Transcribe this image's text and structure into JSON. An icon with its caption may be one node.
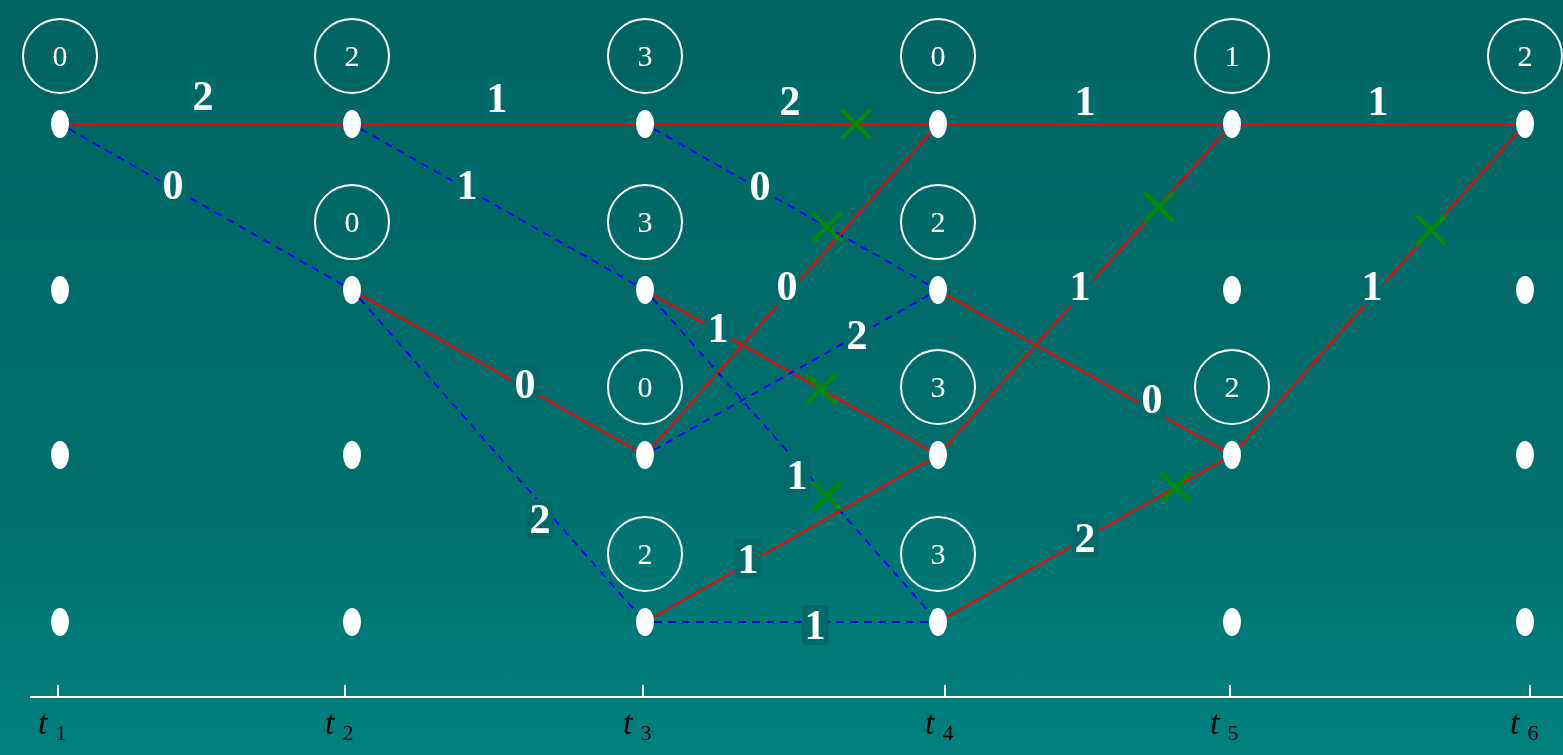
{
  "diagram": {
    "nodes": [
      {
        "text": [
          "0"
        ]
      },
      {
        "text": [],
        "shape": "circle"
      },
      {
        "text": [],
        "shape": "circle"
      },
      {
        "text": [],
        "shape": "circle"
      },
      {
        "text": [],
        "shape": "circle"
      },
      {
        "text": [
          "2"
        ]
      },
      {
        "text": [],
        "shape": "circle"
      },
      {
        "text": [
          "0"
        ]
      },
      {
        "text": [],
        "shape": "circle"
      },
      {
        "text": [],
        "shape": "circle"
      },
      {
        "text": [],
        "shape": "circle"
      },
      {
        "text": [
          "3"
        ]
      },
      {
        "text": [],
        "shape": "circle"
      },
      {
        "text": [
          "3"
        ]
      },
      {
        "text": [],
        "shape": "circle"
      },
      {
        "text": [
          "0"
        ]
      },
      {
        "text": [],
        "shape": "circle"
      },
      {
        "text": [
          "2"
        ]
      },
      {
        "text": [],
        "shape": "circle"
      },
      {
        "text": [
          "0"
        ]
      },
      {
        "text": [],
        "shape": "circle"
      },
      {
        "text": [
          "2"
        ]
      },
      {
        "text": [],
        "shape": "circle"
      },
      {
        "text": [
          "3"
        ]
      },
      {
        "text": [],
        "shape": "circle"
      },
      {
        "text": [
          "3"
        ]
      },
      {
        "text": [],
        "shape": "circle"
      },
      {
        "text": [
          "1"
        ]
      },
      {
        "text": [],
        "shape": "circle"
      },
      {
        "text": [],
        "shape": "circle"
      },
      {
        "text": [
          "2"
        ]
      },
      {
        "text": [],
        "shape": "circle"
      },
      {
        "text": [],
        "shape": "circle"
      },
      {
        "text": [
          "2"
        ]
      },
      {
        "text": [],
        "shape": "circle"
      },
      {
        "text": [],
        "shape": "circle"
      },
      {
        "text": [],
        "shape": "circle"
      },
      {
        "text": [],
        "shape": "circle"
      }
    ],
    "edges": [
      {
        "from": 1,
        "to": 6,
        "arrow": "none",
        "label": "2"
      },
      {
        "from": 1,
        "to": 8,
        "arrow": "none",
        "label": "0",
        "style": "dashed",
        "color": "#0000ff"
      },
      {
        "from": 6,
        "to": 12,
        "arrow": "none",
        "label": "1"
      },
      {
        "from": 6,
        "to": 14,
        "arrow": "none",
        "label": "1",
        "style": "dashed",
        "color": "#0000ff"
      },
      {
        "from": 8,
        "to": 16,
        "arrow": "none",
        "label": "0"
      },
      {
        "from": 8,
        "to": 18,
        "arrow": "none",
        "label": "2",
        "style": "dashed",
        "color": "#0000ff"
      },
      {
        "from": 12,
        "to": 20,
        "arrow": "none",
        "label": "2"
      },
      {
        "from": 12,
        "to": 22,
        "arrow": "none",
        "label": "0",
        "style": "dashed",
        "color": "#0000ff"
      },
      {
        "from": 14,
        "to": 24,
        "arrow": "none",
        "label": "1"
      },
      {
        "from": 14,
        "to": 26,
        "arrow": "none",
        "label": "1",
        "style": "dashed",
        "color": "#0000ff"
      },
      {
        "from": 16,
        "to": 20,
        "arrow": "none",
        "label": "0"
      },
      {
        "from": 16,
        "to": 22,
        "arrow": "none",
        "label": "2",
        "style": "dashed",
        "color": "#0000ff"
      },
      {
        "from": 18,
        "to": 24,
        "arrow": "none",
        "label": "1"
      },
      {
        "from": 18,
        "to": 26,
        "arrow": "none",
        "label": "1",
        "style": "dashed",
        "color": "#0000ff"
      },
      {
        "from": 20,
        "to": 28,
        "arrow": "none",
        "label": "1"
      },
      {
        "from": 22,
        "to": 31,
        "arrow": "none",
        "label": "0"
      },
      {
        "from": 24,
        "to": 28,
        "arrow": "none",
        "label": "1"
      },
      {
        "from": 26,
        "to": 31,
        "arrow": "none",
        "label": "2"
      },
      {
        "from": 28,
        "to": 34,
        "arrow": "none",
        "label": "1"
      },
      {
        "from": 31,
        "to": 34,
        "arrow": "none",
        "label": "1"
      }
    ],
    "labels": [
      "*t*$_{1}$",
      "*t*$_{2}$",
      "*t*$_{3}$",
      "*t*$_{4}$",
      "*t*$_{5}$",
      "*t*$_{6}$"
    ]
  }
}
